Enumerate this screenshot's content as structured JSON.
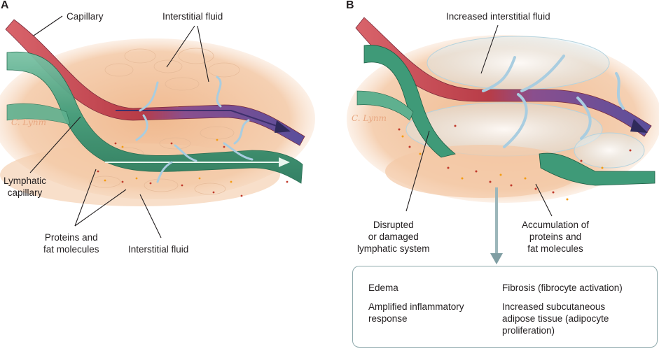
{
  "panels": {
    "a": {
      "letter": "A",
      "labels": {
        "capillary": "Capillary",
        "interstitial_fluid_top": "Interstitial fluid",
        "lymphatic_capillary": [
          "Lymphatic",
          "capillary"
        ],
        "proteins_fat": [
          "Proteins and",
          "fat molecules"
        ],
        "interstitial_fluid_bottom": "Interstitial fluid"
      },
      "signature": "C. Lynm"
    },
    "b": {
      "letter": "B",
      "labels": {
        "increased_interstitial_fluid": "Increased interstitial fluid",
        "disrupted_lymphatic": [
          "Disrupted",
          "or damaged",
          "lymphatic system"
        ],
        "accumulation": [
          "Accumulation of",
          "proteins and",
          "fat molecules"
        ]
      },
      "signature": "C. Lynm"
    }
  },
  "outcomes": {
    "left": [
      [
        "Edema"
      ],
      [
        "Amplified inflammatory",
        "response"
      ]
    ],
    "right": [
      [
        "Fibrosis (fibrocyte activation)"
      ],
      [
        "Increased subcutaneous",
        "adipose tissue (adipocyte",
        "proliferation)"
      ]
    ]
  },
  "colors": {
    "tissue": "#f2c6a2",
    "capillary_arterial": "#c8464f",
    "capillary_venous": "#6a5aa6",
    "lymphatic": "#3f9a78",
    "fluid_arrow": "#cfe3ef",
    "box_border": "#8fa9ac",
    "down_arrow": "#7f9ea3"
  }
}
